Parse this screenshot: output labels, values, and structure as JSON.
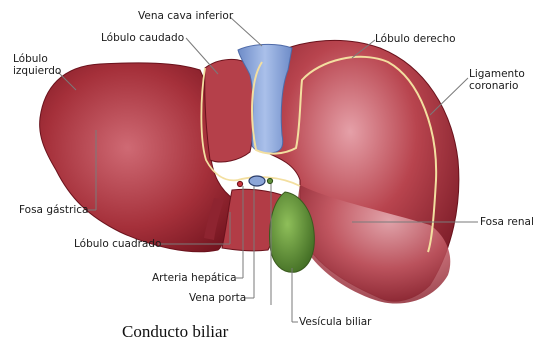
{
  "labels": {
    "vena_cava_inferior": "Vena cava inferior",
    "lobulo_caudado": "Lóbulo caudado",
    "lobulo_derecho": "Lóbulo derecho",
    "lobulo_izquierdo_1": "Lóbulo",
    "lobulo_izquierdo_2": "izquierdo",
    "ligamento_coronario_1": "Ligamento",
    "ligamento_coronario_2": "coronario",
    "fosa_gastrica": "Fosa gástrica",
    "fosa_renal": "Fosa renal",
    "lobulo_cuadrado": "Lóbulo cuadrado",
    "arteria_hepatica": "Arteria hepática",
    "vena_porta": "Vena porta",
    "vesicula_biliar": "Vesícula biliar",
    "conducto_biliar": "Conducto biliar"
  },
  "colors": {
    "liver_dark": "#7a1620",
    "liver_mid": "#a8323c",
    "liver_light": "#d9808a",
    "vein_blue": "#8ca6d8",
    "gallbladder_green": "#5f8f3a",
    "ligament_yellow": "#f3dfa0",
    "leader_line": "#7a7a7a"
  }
}
